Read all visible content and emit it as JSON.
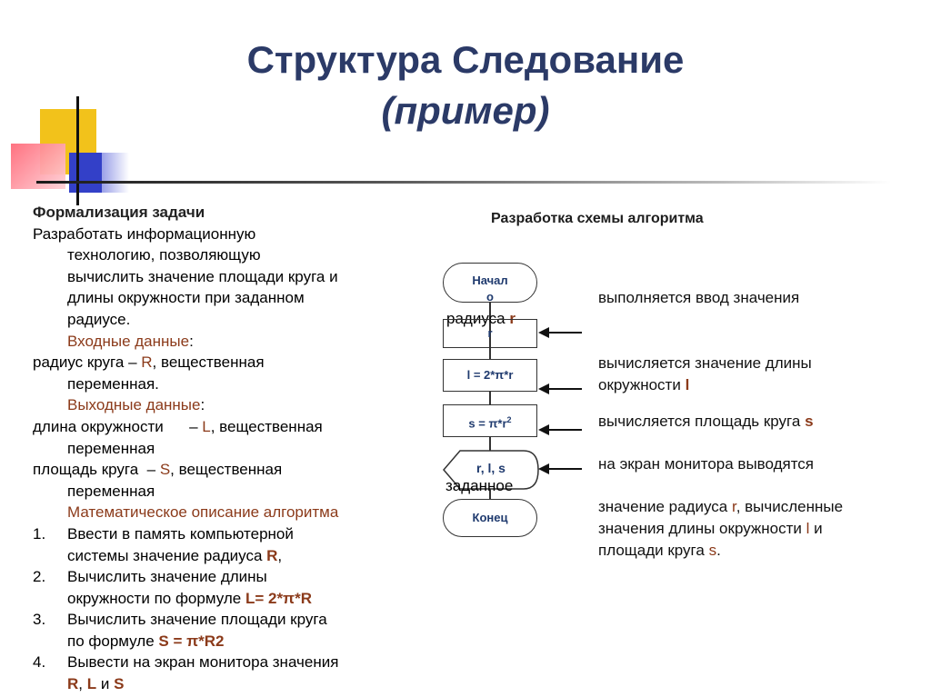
{
  "title": {
    "main": "Структура Следование",
    "sub": "(пример)"
  },
  "left": {
    "heading": "Формализация задачи",
    "task_line1": "Разработать информационную",
    "task_line2": "технологию, позволяющую",
    "task_line3": "вычислить значение площади круга и",
    "task_line4": "длины окружности при заданном",
    "task_line5": "радиусе.",
    "input_label": "Входные данные",
    "input_colon": ":",
    "input_line1_a": "радиус круга – ",
    "input_line1_var": "R",
    "input_line1_b": ", вещественная",
    "input_line2": "переменная.",
    "output_label": "Выходные данные",
    "output_colon": ":",
    "out1_a": "длина окружности      – ",
    "out1_var": "L",
    "out1_b": ", вещественная",
    "out1_line2": "переменная",
    "out2_a": "площадь круга  – ",
    "out2_var": "S",
    "out2_b": ", вещественная",
    "out2_line2": "переменная",
    "math_label": "Математическое описание алгоритма",
    "step1_num": "1.",
    "step1_l1": "Ввести в память компьютерной",
    "step1_l2": "системы значение радиуса ",
    "step1_var": "R",
    "step1_end": ",",
    "step2_num": "2.",
    "step2_l1": "Вычислить значение длины",
    "step2_l2": "окружности по формуле ",
    "step2_formula": "L= 2*π*R",
    "step3_num": "3.",
    "step3_l1": "Вычислить значение площади круга",
    "step3_l2": "по формуле ",
    "step3_formula": "S =  π*R2",
    "step4_num": "4.",
    "step4_l1": "Вывести на экран монитора значения",
    "step4_v1": "R",
    "step4_sep": ", ",
    "step4_v2": "L",
    "step4_and": " и ",
    "step4_v3": "S"
  },
  "flow": {
    "heading": "Разработка схемы алгоритма",
    "start_l1": "Начал",
    "start_l2": "о",
    "input_overflow": "радиуса ",
    "input_overflow_var": "r",
    "input_label": "r",
    "calc_l": "l = 2*π*r",
    "calc_s": "s = π*r",
    "calc_s_sup": "2",
    "output_label": "r, l, s",
    "output_overflow": "заданное",
    "end_label": "Конец"
  },
  "notes": {
    "n1": "выполняется ввод значения",
    "n2_l1": "вычисляется значение длины",
    "n2_l2": "окружности ",
    "n2_var": "l",
    "n3": "вычисляется площадь круга ",
    "n3_var": "s",
    "n4": "на экран монитора выводятся",
    "n5_l1_a": "значение радиуса ",
    "n5_l1_var": "r",
    "n5_l1_b": ", вычисленные",
    "n5_l2_a": "значения длины окружности ",
    "n5_l2_var": "l",
    "n5_l2_b": " и",
    "n5_l3_a": "площади круга ",
    "n5_l3_var": "s",
    "n5_l3_b": "."
  },
  "colors": {
    "title": "#2b3a67",
    "accent": "#8b3a1a",
    "flow_text": "#1f3a6e"
  }
}
